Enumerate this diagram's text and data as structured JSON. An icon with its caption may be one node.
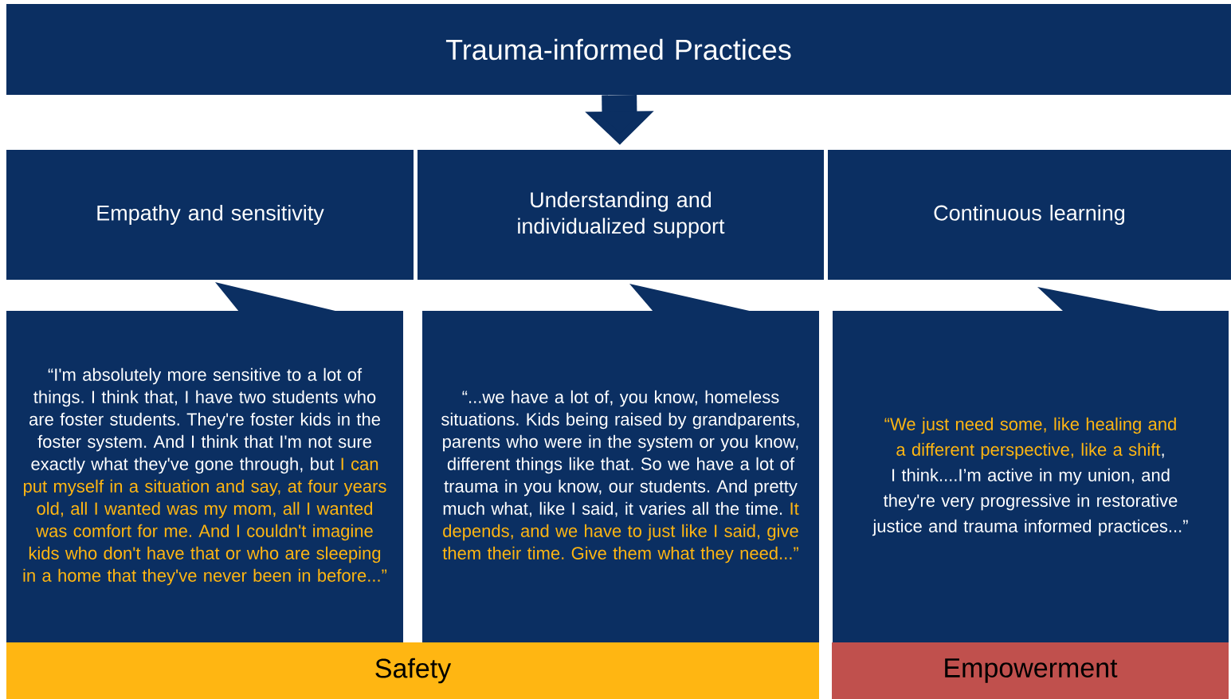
{
  "diagram": {
    "nodes": [
      {
        "text": [
          "Trauma-informed Practices"
        ]
      },
      {
        "text": [
          "Empathy and sensitivity"
        ]
      },
      {
        "text": [
          "Understanding and individualized support"
        ]
      },
      {
        "text": [
          "Continuous learning"
        ]
      },
      {
        "text": [
          "“I'm absolutely more sensitive to a lot of things. I think that, I have two students who are foster students. They're foster kids in the foster system. And I think that I'm not sure exactly what they've gone through, but",
          "I can put myself in a situation and say, at four years old, all I wanted was my mom, all I wanted was comfort for me. And I couldn't imagine kids who don't have that or who are sleeping in a home that they've never been in before...”"
        ]
      },
      {
        "text": [
          "“...we have a lot of, you know, homeless situations. Kids being raised by grandparents, parents who were in the system or you know, different things like that. So we have a lot of trauma in you know, our students. And pretty much what, like I said, it varies all the time.",
          "It depends, and we have to just like I said, give them their time. Give them what they need...”"
        ]
      },
      {
        "text": [
          "“We just need some, like healing and a different perspective, like a shift",
          ", I think....I’m active in my union, and they're very progressive in restorative justice and trauma informed practices...”"
        ]
      },
      {
        "text": [
          "Safety"
        ]
      },
      {
        "text": [
          "Empowerment"
        ]
      }
    ],
    "edges": [
      {
        "from": 0,
        "to": 2,
        "arrow": "to"
      }
    ]
  }
}
